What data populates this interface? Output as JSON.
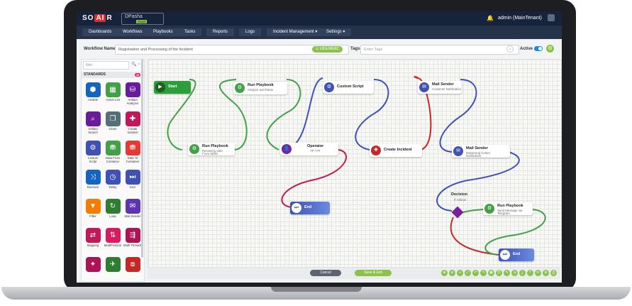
{
  "brand": {
    "logo_a": "SO",
    "logo_ai": "AI",
    "logo_b": "R",
    "product": "DPasha",
    "product_badge": "SOAR"
  },
  "header": {
    "user": "admin (MainTenant)",
    "bell_icon": "bell-icon"
  },
  "nav": [
    {
      "label": "Dashboards"
    },
    {
      "label": "Workflows"
    },
    {
      "label": "Playbooks"
    },
    {
      "label": "Tasks"
    },
    {
      "label": "Reports"
    },
    {
      "label": "Logs"
    },
    {
      "label": "Incident Management ▾"
    },
    {
      "label": "Settings ▾"
    }
  ],
  "workflow": {
    "name_label": "Workflow Name",
    "name_value": "Registration and Processing of the Incident",
    "id_badge": "⊙ L8GUWE8Z",
    "tags_label": "Tags",
    "tags_placeholder": "Enter Tags",
    "active_label": "Active"
  },
  "panel": {
    "filter_placeholder": "filter",
    "section": "STANDARDS",
    "count": "26",
    "tools": [
      {
        "label": "Ansible",
        "color": "#1565c0"
      },
      {
        "label": "Active List",
        "color": "#43a047"
      },
      {
        "label": "Artifact Analyzer",
        "color": "#6a1b9a"
      },
      {
        "label": "Artifact Search",
        "color": "#6a1b9a"
      },
      {
        "label": "Clone",
        "color": "#546e7a"
      },
      {
        "label": "Create Incident",
        "color": "#c2185b"
      },
      {
        "label": "Custom Script",
        "color": "#3f51b5"
      },
      {
        "label": "Data From Container",
        "color": "#43a047"
      },
      {
        "label": "Data To Container",
        "color": "#e53935"
      },
      {
        "label": "Decision",
        "color": "#1565c0"
      },
      {
        "label": "Delay",
        "color": "#3f51b5"
      },
      {
        "label": "End",
        "color": "#3f51b5"
      },
      {
        "label": "Filter",
        "color": "#f57c00"
      },
      {
        "label": "Loop",
        "color": "#2e7d32"
      },
      {
        "label": "Mail Sender",
        "color": "#5e35b1"
      },
      {
        "label": "Mapping",
        "color": "#c2185b"
      },
      {
        "label": "ModiPosition",
        "color": "#d81b60"
      },
      {
        "label": "Multi Threads",
        "color": "#ad1457"
      },
      {
        "label": "",
        "color": "#ad1457"
      },
      {
        "label": "",
        "color": "#2e7d32"
      },
      {
        "label": "",
        "color": "#c62828"
      }
    ]
  },
  "nodes": {
    "start": {
      "title": "Start"
    },
    "rp1": {
      "title": "Run Playbook",
      "sub1": "Receiving Alert",
      "sub2": "From SIEM"
    },
    "rp2": {
      "title": "Run Playbook",
      "sub1": "Analyze and Parse"
    },
    "operator": {
      "title": "Operator",
      "sub1": "TP / FP"
    },
    "end1": {
      "title": "End"
    },
    "cs": {
      "title": "Custom Script"
    },
    "ci": {
      "title": "Create Incident"
    },
    "ms1": {
      "title": "Mail Sender",
      "sub1": "Customer Notification"
    },
    "ms2": {
      "title": "Mail Sender",
      "sub1": "Monitoring Center",
      "sub2": "Notification"
    },
    "decision": {
      "title": "Decision",
      "sub1": "If Critical"
    },
    "rp3": {
      "title": "Run Playbook",
      "sub1": "Send Message via",
      "sub2": "Telegram"
    },
    "end2": {
      "title": "End"
    }
  },
  "footer": {
    "cancel": "Cancel",
    "save": "Save & Exit"
  }
}
